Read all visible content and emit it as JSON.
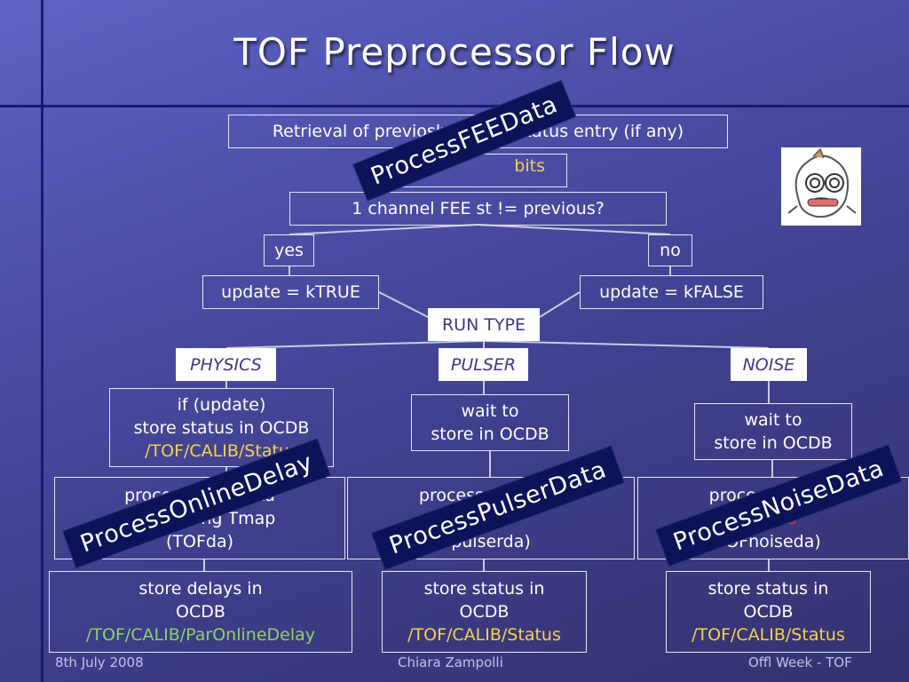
{
  "title": "TOF Preprocessor Flow",
  "boxes": {
    "retrieval": "Retrieval of previosly stored Status entry (if any)",
    "loop_prefix": "l",
    "loop_bits": "bits",
    "check": "1 channel FEE st != previous?",
    "yes": "yes",
    "no": "no",
    "update_true": "update = kTRUE",
    "update_false": "update = kFALSE",
    "run_type": "RUN TYPE",
    "physics": "PHYSICS",
    "pulser": "PULSER",
    "noise": "NOISE",
    "physics_store": {
      "line1": "if (update)",
      "line2": "store status in OCDB",
      "line3": "/TOF/CALIB/Status"
    },
    "pulser_wait": {
      "line1": "wait to",
      "line2": "store in OCDB"
    },
    "noise_wait": {
      "line1": "wait to",
      "line2": "store in OCDB"
    },
    "physics_process": {
      "line1": "process DAQ data",
      "line2": "acco timing Tmap",
      "line3": "(TOFda)"
    },
    "pulser_process": {
      "line1": "process DAQ P a,",
      "line2": "u bits",
      "line3": "pulserda)"
    },
    "noise_process": {
      "line1": "process DAQ a,",
      "line2": "e bits",
      "line3": "OFnoiseda)"
    },
    "physics_delays": {
      "line1": "store delays in",
      "line2": "OCDB",
      "line3": "/TOF/CALIB/ParOnlineDelay"
    },
    "pulser_status": {
      "line1": "store status in",
      "line2": "OCDB",
      "line3": "/TOF/CALIB/Status"
    },
    "noise_status": {
      "line1": "store status in",
      "line2": "OCDB",
      "line3": "/TOF/CALIB/Status"
    }
  },
  "banners": {
    "fee": "ProcessFEEData",
    "online_delay": "ProcessOnlineDelay",
    "pulser": "ProcessPulserData",
    "noise": "ProcessNoiseData"
  },
  "footer": {
    "date": "8th July 2008",
    "author": "Chiara Zampolli",
    "event": "Offl Week - TOF"
  },
  "colors": {
    "path_yellow": "#f4d24a",
    "path_green": "#8fd06a",
    "bits_blue": "#3fb6ff",
    "bits_red": "#e1353a",
    "banner_bg": "#0c1358"
  }
}
